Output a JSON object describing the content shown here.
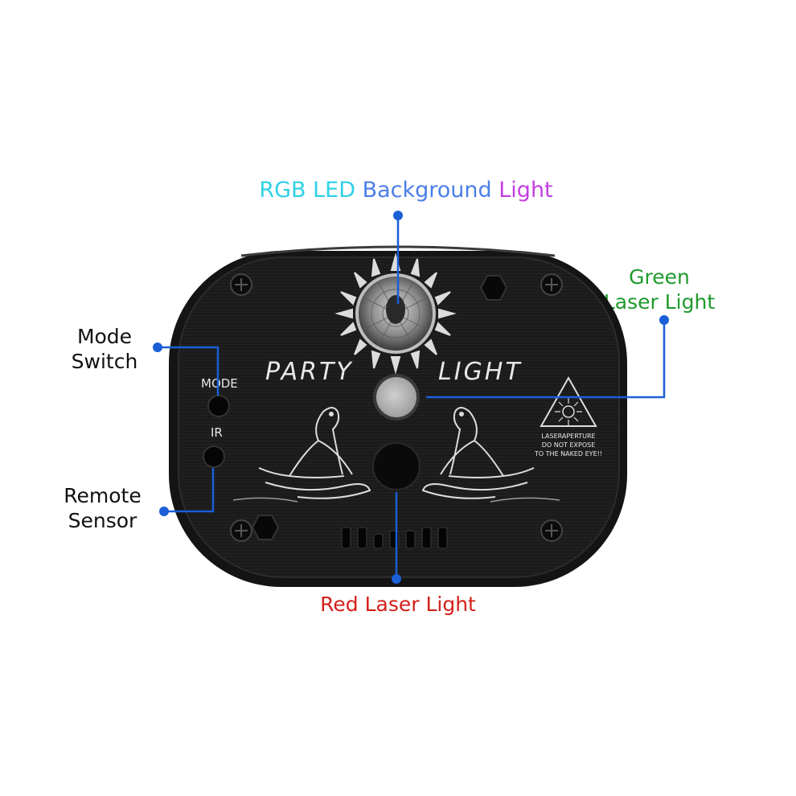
{
  "labels": {
    "rgb_part1": "RGB LED ",
    "rgb_part2": "Background ",
    "rgb_part3": "Light",
    "green_line1": "Green",
    "green_line2": "Laser Light",
    "mode_line1": "Mode",
    "mode_line2": "Switch",
    "remote_line1": "Remote",
    "remote_line2": "Sensor",
    "red": "Red Laser Light"
  },
  "panel": {
    "mode_text": "MODE",
    "ir_text": "IR",
    "brand_left": "PARTY",
    "brand_right": "LIGHT",
    "warning_line1": "LASERAPERTURE",
    "warning_line2": "DO NOT EXPOSE",
    "warning_line3": "TO THE NAKED EYE!!"
  },
  "colors": {
    "callout_line": "#1a5fd6",
    "green_label": "#1f9a2c",
    "red_label": "#d4201a",
    "rgb_gradient": [
      "#2fd6e8",
      "#3f8fe6",
      "#c43be0"
    ],
    "device_body": "#1b1b1b"
  },
  "icons": [
    "laser-warning-icon",
    "sun-lens-icon",
    "seal-icon",
    "screw-icon"
  ]
}
